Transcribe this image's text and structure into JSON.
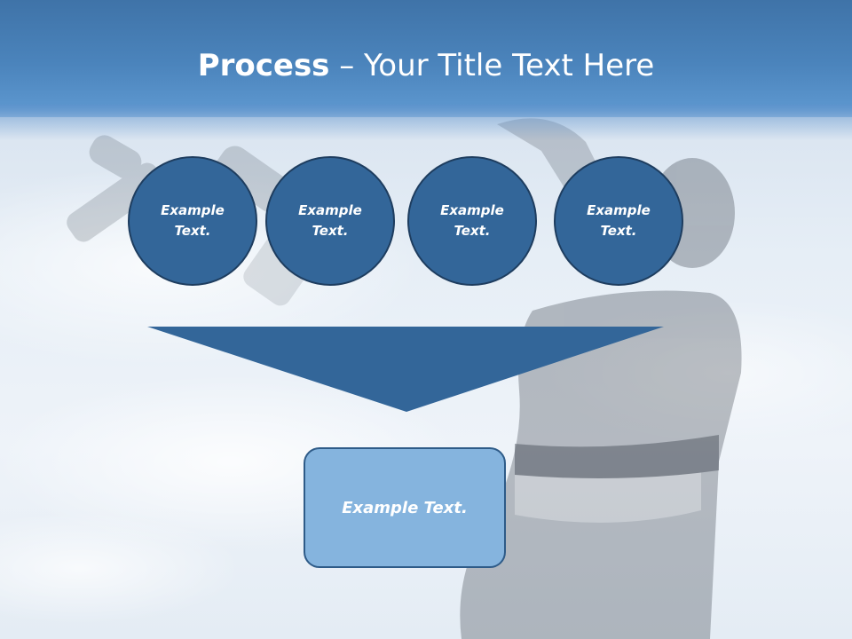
{
  "slide": {
    "title_bold": "Process",
    "title_rest": " – Your Title Text Here",
    "circles": [
      {
        "line1": "Example",
        "line2": "Text."
      },
      {
        "line1": "Example",
        "line2": "Text."
      },
      {
        "line1": "Example",
        "line2": "Text."
      },
      {
        "line1": "Example",
        "line2": "Text."
      }
    ],
    "result_text": "Example Text."
  },
  "colors": {
    "header": "#4b84bc",
    "circle_fill": "#336699",
    "funnel_fill": "#336699",
    "result_fill": "#85b4de",
    "text": "#ffffff"
  },
  "background": {
    "description_icon": "sky-with-woman-photo"
  }
}
